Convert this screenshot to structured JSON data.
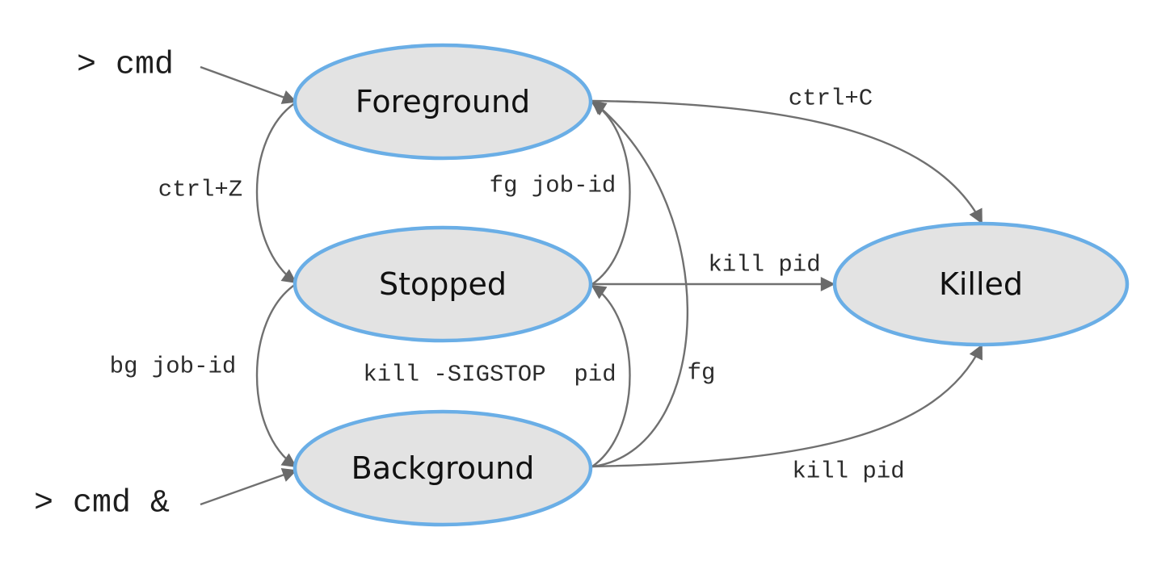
{
  "nodes": {
    "foreground": "Foreground",
    "stopped": "Stopped",
    "background": "Background",
    "killed": "Killed"
  },
  "commands": {
    "start_foreground": "> cmd",
    "start_background": "> cmd &"
  },
  "edges": {
    "foreground_to_stopped": "ctrl+Z",
    "stopped_to_foreground": "fg job-id",
    "foreground_to_killed": "ctrl+C",
    "stopped_to_killed": "kill pid",
    "stopped_to_background": "bg job-id",
    "background_to_stopped": "kill -SIGSTOP  pid",
    "background_to_foreground": "fg",
    "background_to_killed": "kill pid"
  },
  "colors": {
    "node_fill": "#e3e3e3",
    "node_stroke": "#6aaee6",
    "edge": "#707070"
  }
}
